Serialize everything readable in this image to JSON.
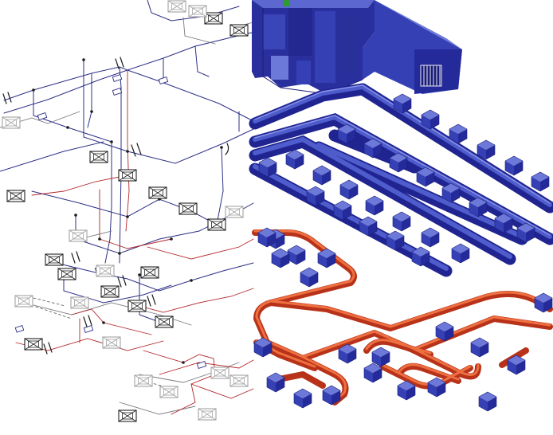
{
  "palette": {
    "background": "#ffffff",
    "wire_blue": "#2d2f86",
    "wire_gray": "#6f7078",
    "wire_red": "#b3262b",
    "duct_dark": "#252a9a",
    "duct_mid": "#3540b5",
    "duct_light": "#6d79d8",
    "pipe_red": "#d8401c",
    "pipe_light": "#f07846",
    "diffuser_dark": "#222222",
    "diffuser_light": "#999999"
  },
  "diagram": {
    "left_panel": {
      "style": "wireframe",
      "icons": [
        "diffuser-icon"
      ]
    },
    "right_panel": {
      "style": "3d-rendered",
      "systems": [
        "supply-air-duct",
        "hot-water-pipe"
      ],
      "icons": [
        "air-handling-unit-icon",
        "fan-coil-unit-icon"
      ]
    }
  }
}
